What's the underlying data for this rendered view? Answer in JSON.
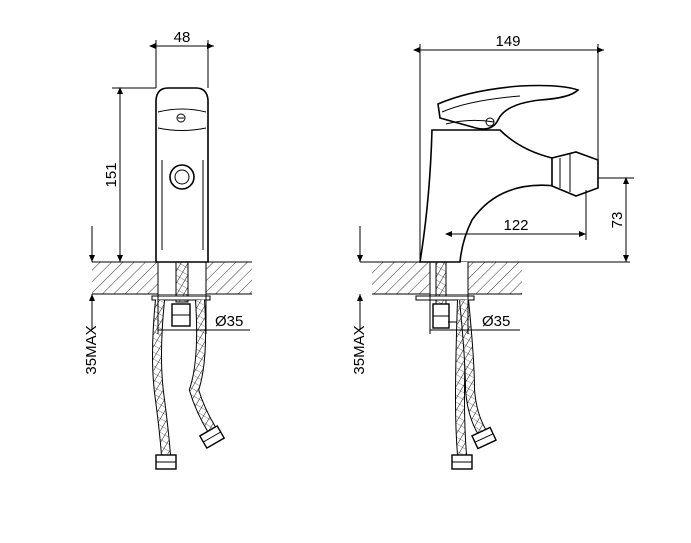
{
  "front_view": {
    "width_dim": "48",
    "height_dim": "151",
    "hole_dim": "Ø35",
    "max_dim": "35MAX"
  },
  "side_view": {
    "length_dim": "149",
    "reach_dim": "122",
    "spout_height_dim": "73",
    "hole_dim": "Ø35",
    "max_dim": "35MAX"
  }
}
